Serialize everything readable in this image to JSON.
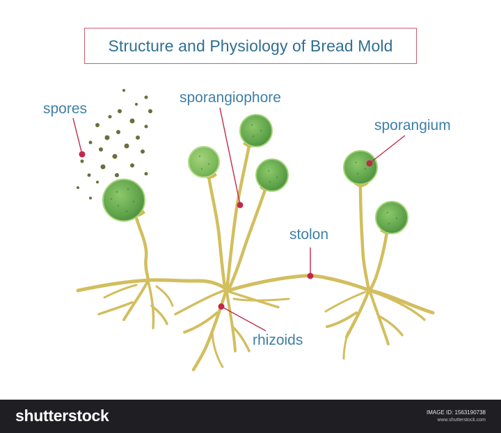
{
  "title": "Structure and Physiology of Bread Mold",
  "labels": {
    "spores": "spores",
    "sporangiophore": "sporangiophore",
    "sporangium": "sporangium",
    "stolon": "stolon",
    "rhizoids": "rhizoids"
  },
  "footer": {
    "brand": "shutterstock",
    "image_id": "IMAGE ID: 1563190738",
    "url": "www.shutterstock.com"
  },
  "colors": {
    "hyphae": "#d2be5e",
    "sporangium_fill": "#6aae52",
    "sporangium_edge": "#9ccf6e",
    "spore": "#6b6e3a",
    "pointer": "#c0294a",
    "label": "#3d7fa6",
    "title_border": "#d45a6a"
  }
}
